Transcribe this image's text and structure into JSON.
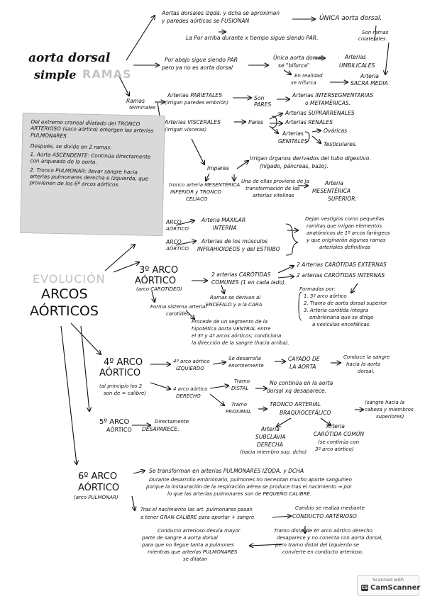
{
  "top": {
    "aortas_dorsales": "Aortas dorsales izqda. y dcha se aproximan",
    "paredes_fusionan": "y paredes aórticas se FUSIONAN",
    "unica_aorta": "ÚNICA aorta dorsal.",
    "por_arriba": "La Por arriba durante x tiempo sigue siendo PAR.",
    "son_ramas": "Son ramas",
    "colaterales": "colaterales.",
    "title_aorta": "aorta dorsal",
    "title_simple": "simple",
    "title_ramas": "RAMAS",
    "por_abajo": "Por abajo sigue siendo PAR",
    "pero_ya_no": "pero ya no es aorta dorsal",
    "unica_dorsal": "Única aorta dorsal",
    "se_bifurca": "se \"bifurca\"",
    "arterias_umb": "Arterias",
    "umbilicales": "UMBILICALES",
    "en_realidad": "En realidad",
    "se_trifurca": "se trifurca",
    "arteria_sacra": "Arteria",
    "sacra_media": "SACRA MEDIA"
  },
  "ramas": {
    "ramas_terminales_1": "Ramas",
    "ramas_terminales_2": "terminales",
    "parietales_1": "Arterias PARIETALES",
    "parietales_2": "(irrigan paredes embrión)",
    "son_pares": "Son PARES",
    "interseg_1": "Arterias INTERSEGMENTARIAS",
    "interseg_2": "o METAMÉRICAS.",
    "viscerales_1": "Arterias VISCERALES",
    "viscerales_2": "(irrigan vísceras)",
    "pares": "Pares",
    "suprarrenales": "Arterias SUPRARRENALES",
    "renales": "Arterias RENALES",
    "arterias_gen": "Arterias",
    "genitales": "GENITALES",
    "ovaricas": "Ováricas",
    "testiculares": "Testiculares.",
    "impares": "Impares",
    "irrigan_1": "Irrigan órganos derivados del tubo digestivo.",
    "irrigan_2": "(hígado, páncreas, bazo).",
    "tronco_1": "tronco arteria MESENTÉRICA",
    "tronco_2": "INFERIOR y TRONCO",
    "tronco_3": "CELÍACO",
    "una_de_1": "Una de ellas proviene de la",
    "una_de_2": "transformación de las",
    "una_de_3": "arterias vitelinas",
    "mes_sup_1": "Arteria",
    "mes_sup_2": "MESENTÉRICA",
    "mes_sup_3": "SUPERIOR."
  },
  "note": {
    "l1": "Del extremo craneal dilatado del TRONCO ARTERIOSO (saco aórtico) emergen las arterias PULMONARES.",
    "l2": "Después, se divide en 2 ramas:",
    "l3": "1. Aorta ASCENDENTE: Continúa directamente con arqueado de la aorta.",
    "l4": "2. Tronco PULMONAR: llevar sangre hacia arterias pulmonares derecha e izquierda, que provienen de los 6º arcos aórticos."
  },
  "mid": {
    "arco_1": "ARCO",
    "aortico_1": "AÓRTICO",
    "arco_2": "ARCO",
    "aortico_2": "AÓRTICO",
    "maxilar_1": "Arteria MAXILAR",
    "maxilar_2": "INTERNA",
    "estribo_1": "Arterias de los músculos",
    "estribo_2": "INFRAHIOIDEOS y del ESTRIBO",
    "dejan_1": "Dejan vestigios como pequeñas",
    "dejan_2": "ramitas que irrigan elementos",
    "dejan_3": "anatómicos de 1º arcos faríngeos",
    "dejan_4": "y que originarán algunas ramas",
    "dejan_5": "arteriales definitivas"
  },
  "evolucion": {
    "evolucion": "EVOLUCIÓN",
    "arcos": "ARCOS",
    "aorticos": "AÓRTICOS"
  },
  "tercero": {
    "title_1": "3º ARCO",
    "title_2": "AÓRTICO",
    "sub": "(arco CAROTÍDEO)",
    "forma_1": "Forma sistema arterial",
    "forma_2": "carotídeo",
    "carotidas_1": "2 arterias CARÓTIDAS",
    "carotidas_2": "COMUNES (1 en cada lado)",
    "ext": "2 Arterias CARÓTIDAS EXTERNAS",
    "int": "2 arterias CARÓTIDAS INTERNAS",
    "formadas": "Formadas por:",
    "f1": "1. 3º arco aórtico",
    "f2": "2. Tramo de aorta dorsal superior",
    "f3": "3. Arteria carótida integra",
    "f4": "embrionaria que se dirige",
    "f5": "a vesículas encefálicas.",
    "ramas_1": "Ramas se derivan al",
    "ramas_2": "ENCÉFALO y a la CARA",
    "procede_1": "Procede de un segmento de la",
    "procede_2": "hipotética Aorta VENTRAL entre",
    "procede_3": "el 3º y 4º arcos aórticos; condiciona",
    "procede_4": "la dirección de la sangre (hacia arriba)."
  },
  "cuarto": {
    "title_1": "4º ARCO",
    "title_2": "AÓRTICO",
    "sub_1": "(al principio los 2",
    "sub_2": "son de = calibre)",
    "izq_1": "4º arco aórtico",
    "izq_2": "IZQUIERDO",
    "desarrolla_1": "Se desarrolla",
    "desarrolla_2": "enormemente",
    "cayado_1": "CAYADO DE",
    "cayado_2": "LA AORTA",
    "conduce_1": "Conduce la sangre",
    "conduce_2": "hacia la aorta",
    "conduce_3": "dorsal.",
    "der_1": "4 arco aórtico",
    "der_2": "DERECHO",
    "distal_1": "Tramo",
    "distal_2": "DISTAL",
    "no_cont_1": "No continúa en la aorta",
    "no_cont_2": "dorsal xq desaparece.",
    "proximal_1": "Tramo",
    "proximal_2": "PROXIMAL",
    "tronco_1": "TRONCO ARTERIAL",
    "tronco_2": "BRAQUIOCEFÁLICO",
    "sangre_1": "(sangre hacia la",
    "sangre_2": "cabeza y miembros",
    "sangre_3": "superiores)",
    "subclavia_1": "Arteria",
    "subclavia_2": "SUBCLAVIA",
    "subclavia_3": "DERECHA",
    "subclavia_4": "(hacia miembro sup. dcho)",
    "carotida_1": "Arteria",
    "carotida_2": "CARÓTIDA COMÚN",
    "carotida_3": "(se continúa con",
    "carotida_4": "3º arco aórtico)"
  },
  "quinto": {
    "title_1": "5º ARCO",
    "title_2": "AÓRTICO",
    "desaparece_1": "Directamente",
    "desaparece_2": "DESAPARECE."
  },
  "sexto": {
    "title_1": "6º ARCO",
    "title_2": "AÓRTICO",
    "sub": "(arco PULMONAR)",
    "l1": "Se transforman en arterias PULMONARES IZQDA. y DCHA",
    "l2": "Durante desarrollo embrionario, pulmones no necesitan mucho aporte sanguíneo",
    "l3": "porque la instauración de la respiración aérea se produce tras el nacimiento ⇒ por",
    "l4": "lo que las arterias pulmonares son de PEQUEÑO CALIBRE.",
    "tras_1": "Tras el nacimiento las art. pulmonares pasan",
    "tras_2": "a tener GRAN CALIBRE para aportar + sangre",
    "cambio_1": "Cambio se realiza mediante",
    "cambio_2": "CONDUCTO ARTERIOSO",
    "conducto_1": "Conducto arterioso desvía mayor",
    "conducto_2": "parte de sangre a aorta dorsal",
    "conducto_3": "para que no llegue tanta a pulmones",
    "conducto_4": "mientras que arterias PULMONARES",
    "conducto_5": "se dilatan",
    "distal_1": "Tramo distal de 6º arco aórtico derecho",
    "distal_2": "desaparece y no conecta con aorta dorsal,",
    "distal_3": "pero tramo distal del izquierdo se",
    "distal_4": "convierte en conducto arterioso."
  },
  "badge": {
    "scanned": "Scanned with",
    "app": "CamScanner",
    "icon": "cs-logo-icon"
  }
}
